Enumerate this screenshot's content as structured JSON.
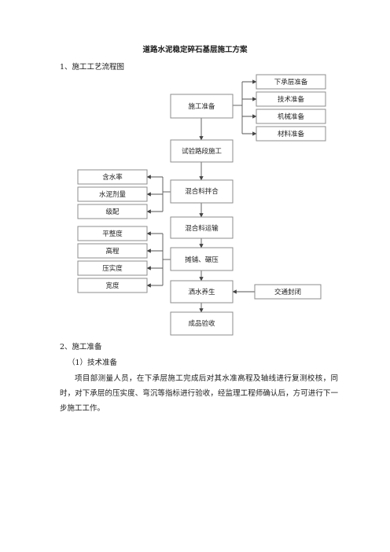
{
  "title": "道路水泥稳定碎石基层施工方案",
  "section1": "1、施工工艺流程图",
  "flow": {
    "main": [
      "施工准备",
      "试验路段施工",
      "混合料拌合",
      "混合料运输",
      "摊铺、碾压",
      "洒水养生",
      "成品验收"
    ],
    "prep": [
      "下承层准备",
      "技术准备",
      "机械准备",
      "材料准备"
    ],
    "mix_checks": [
      "含水率",
      "水泥剂量",
      "级配"
    ],
    "paving_checks": [
      "平整度",
      "高程",
      "压实度",
      "宽度"
    ],
    "curing_side": "交通封闭"
  },
  "section2": "2、施工准备",
  "sub1": "（1）技术准备",
  "paragraph": "项目部测量人员，在下承层施工完成后对其水准高程及轴线进行复测校核，同时，对下承层的压实度、弯沉等指标进行验收，经监理工程师确认后，方可进行下一步施工工作。"
}
